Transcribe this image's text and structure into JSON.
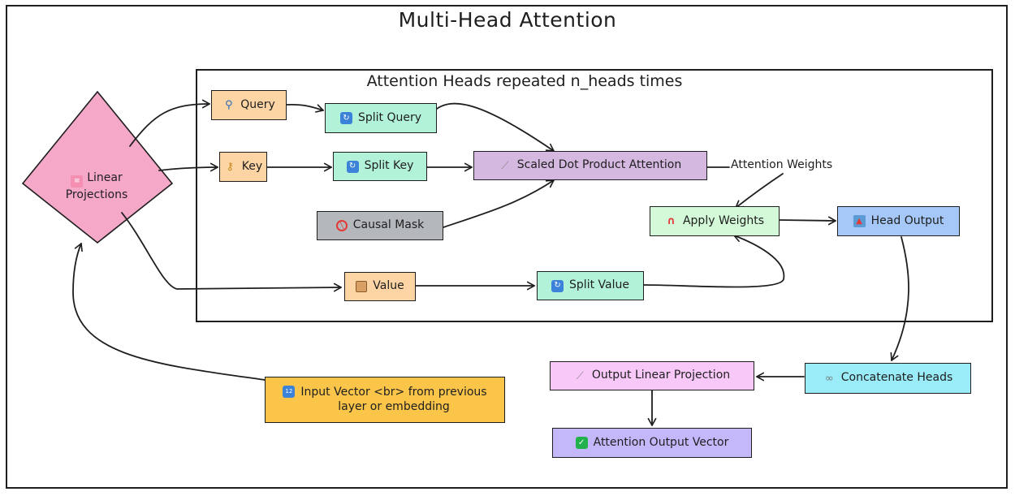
{
  "title": "Multi-Head Attention",
  "group": {
    "label": "Attention Heads repeated n_heads times"
  },
  "nodes": {
    "linear": {
      "line1": "Linear",
      "line2": "Projections",
      "color": "#f6a8c9",
      "icon": "bars-icon"
    },
    "query": {
      "label": "Query",
      "color": "#fdd4a4",
      "icon": "magnifier-icon"
    },
    "key": {
      "label": "Key",
      "color": "#fdd4a4",
      "icon": "key-icon"
    },
    "value": {
      "label": "Value",
      "color": "#fdd4a4",
      "icon": "package-icon"
    },
    "split_query": {
      "label": "Split Query",
      "color": "#b2f2d8",
      "icon": "refresh-icon"
    },
    "split_key": {
      "label": "Split Key",
      "color": "#b2f2d8",
      "icon": "refresh-icon"
    },
    "split_value": {
      "label": "Split Value",
      "color": "#b2f2d8",
      "icon": "refresh-icon"
    },
    "causal_mask": {
      "label": "Causal Mask",
      "color": "#b4b8bd",
      "icon": "prohibited-icon"
    },
    "sdpa": {
      "label": "Scaled Dot Product Attention",
      "color": "#d4b8e0",
      "icon": "ruler-icon"
    },
    "apply_weights": {
      "label": "Apply Weights",
      "color": "#d3f9d8",
      "icon": "magnet-icon"
    },
    "head_output": {
      "label": "Head Output",
      "color": "#a5c8f8",
      "icon": "outbox-icon"
    },
    "concat": {
      "label": "Concatenate Heads",
      "color": "#99ecf8",
      "icon": "link-icon"
    },
    "out_proj": {
      "label": "Output Linear Projection",
      "color": "#f8c8f8",
      "icon": "ruler-icon"
    },
    "attn_out": {
      "label": "Attention Output Vector",
      "color": "#c4b8fa",
      "icon": "check-icon"
    },
    "input": {
      "line1": "Input Vector <br> from previous",
      "line2": "layer or embedding",
      "color": "#fbc54a",
      "icon": "numbers-icon"
    }
  },
  "edge_labels": {
    "attention_weights": "Attention Weights"
  }
}
